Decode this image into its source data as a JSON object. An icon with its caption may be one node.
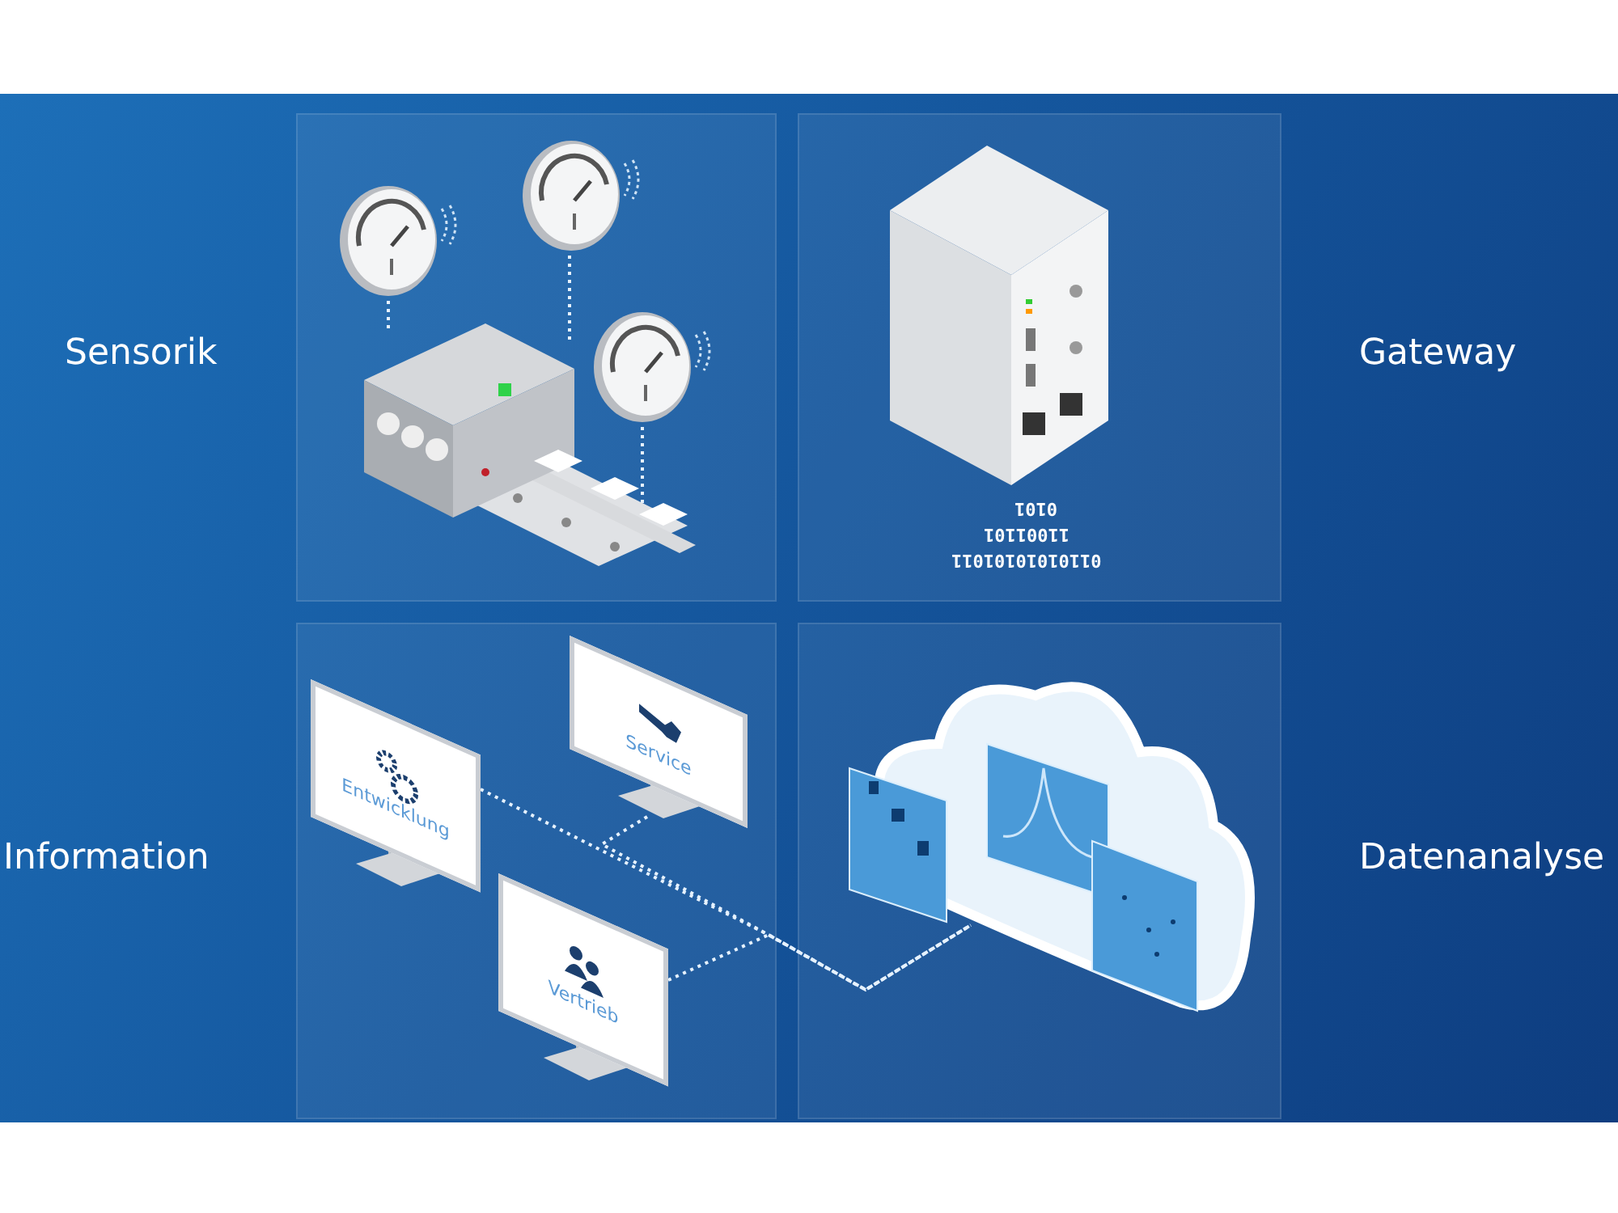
{
  "diagram": {
    "nodes": [
      {
        "text": [],
        "shape": "picture"
      },
      {
        "text": [],
        "shape": "picture"
      },
      {
        "text": [],
        "shape": "picture"
      },
      {
        "text": [],
        "shape": "picture"
      },
      {
        "text": [],
        "shape": "picture"
      },
      {
        "text": [
          "Entwicklung"
        ]
      },
      {
        "text": [
          "Service"
        ]
      },
      {
        "text": [
          "Vertrieb"
        ]
      },
      {
        "text": [],
        "shape": "cloud"
      }
    ],
    "edges": [
      {
        "from": 1,
        "to": 0,
        "arrow": "none",
        "style": "dashed"
      },
      {
        "from": 2,
        "to": 0,
        "arrow": "none",
        "style": "dashed"
      },
      {
        "from": 3,
        "to": 0,
        "arrow": "none",
        "style": "dashed"
      },
      {
        "from": 5,
        "to": 8,
        "arrow": "none",
        "style": "dashed"
      },
      {
        "from": 6,
        "to": 8,
        "arrow": "none",
        "style": "dashed"
      },
      {
        "from": 7,
        "to": 8,
        "arrow": "none",
        "style": "dashed"
      }
    ],
    "labels": [
      "Sensorik",
      "Gateway",
      "0101",
      "11001101",
      "01101010101011",
      "Information",
      "Datenanalyse"
    ]
  }
}
